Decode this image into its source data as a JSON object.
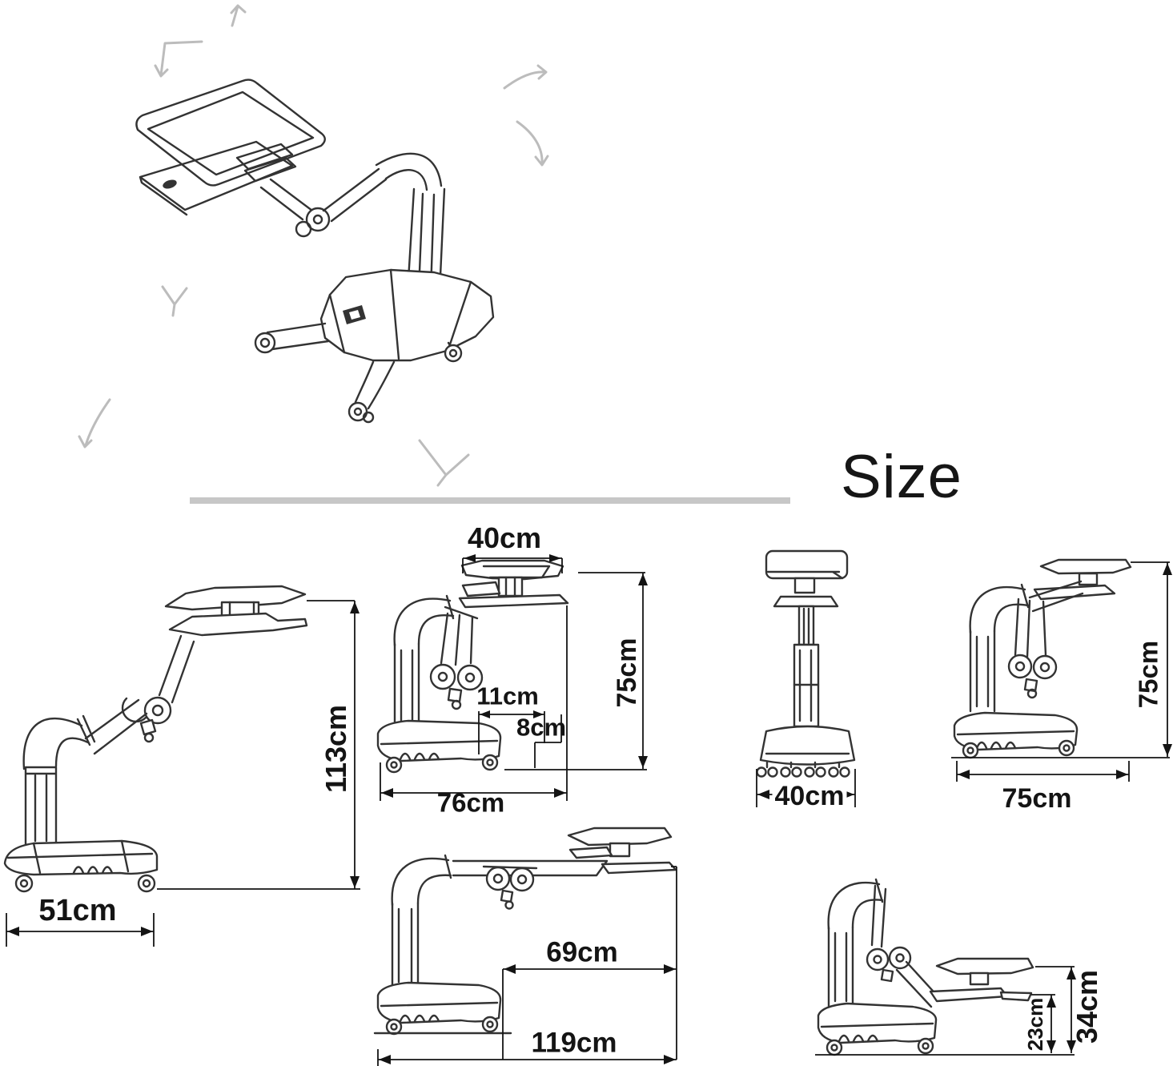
{
  "header": {
    "title": "Size"
  },
  "colors": {
    "background": "#ffffff",
    "sketch_line": "#333333",
    "dimension_line": "#141414",
    "divider": "#c7c7c7",
    "motion_arrow": "#bcbcbc"
  },
  "figures": {
    "extended": {
      "height": "113cm",
      "base_width": "51cm"
    },
    "folded": {
      "tray_width": "40cm",
      "height": "75cm",
      "length": "76cm",
      "step_depth": "11cm",
      "step_height": "8cm"
    },
    "front": {
      "base_width": "40cm"
    },
    "raised": {
      "height": "75cm",
      "length": "75cm"
    },
    "horizontal": {
      "reach": "69cm",
      "length": "119cm"
    },
    "low": {
      "tray_height": "23cm",
      "arm_height": "34cm"
    }
  }
}
